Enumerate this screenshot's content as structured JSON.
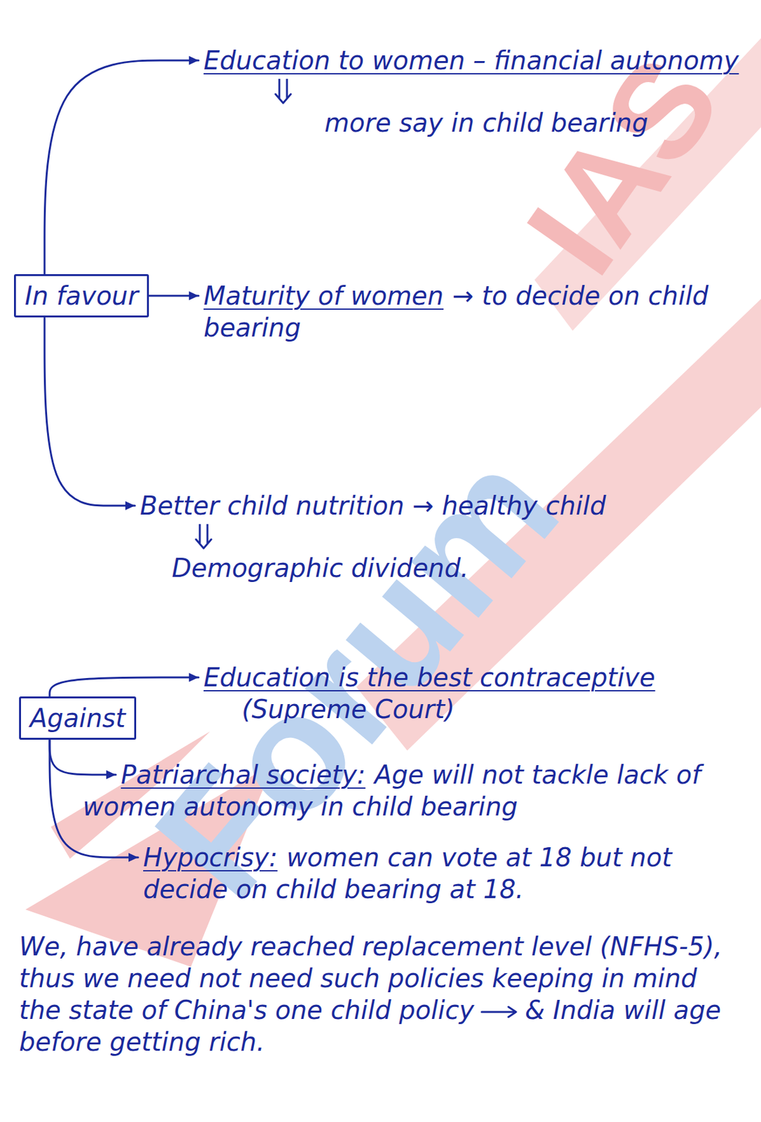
{
  "diagram": {
    "nodes": [
      {
        "text": [
          "In favour"
        ]
      },
      {
        "text": [
          "Education to women – financial autonomy",
          "more say in child bearing"
        ]
      },
      {
        "text": [
          "Maturity of women",
          "→ to decide on child bearing"
        ]
      },
      {
        "text": [
          "Better child nutrition → healthy child",
          "Demographic dividend."
        ]
      },
      {
        "text": [
          "Against"
        ]
      },
      {
        "text": [
          "Education is the best contraceptive",
          "(Supreme Court)"
        ]
      },
      {
        "text": [
          "Patriarchal society:",
          "Age will not tackle lack of women autonomy in child bearing"
        ]
      },
      {
        "text": [
          "Hypocrisy:",
          "women can vote at 18 but not decide on child bearing at 18."
        ]
      }
    ],
    "edges": [
      {
        "from": 0,
        "to": 1,
        "arrow": "to"
      },
      {
        "from": 0,
        "to": 2,
        "arrow": "to"
      },
      {
        "from": 0,
        "to": 3,
        "arrow": "to"
      },
      {
        "from": 4,
        "to": 5,
        "arrow": "to"
      },
      {
        "from": 4,
        "to": 6,
        "arrow": "to"
      },
      {
        "from": 4,
        "to": 7,
        "arrow": "to"
      }
    ],
    "labels": [
      "We, have already reached replacement level (NFHS-5), thus we need not need such policies keeping in mind the state of China's one child policy",
      "& India will age before getting rich.",
      "Forum",
      "IAS"
    ]
  }
}
